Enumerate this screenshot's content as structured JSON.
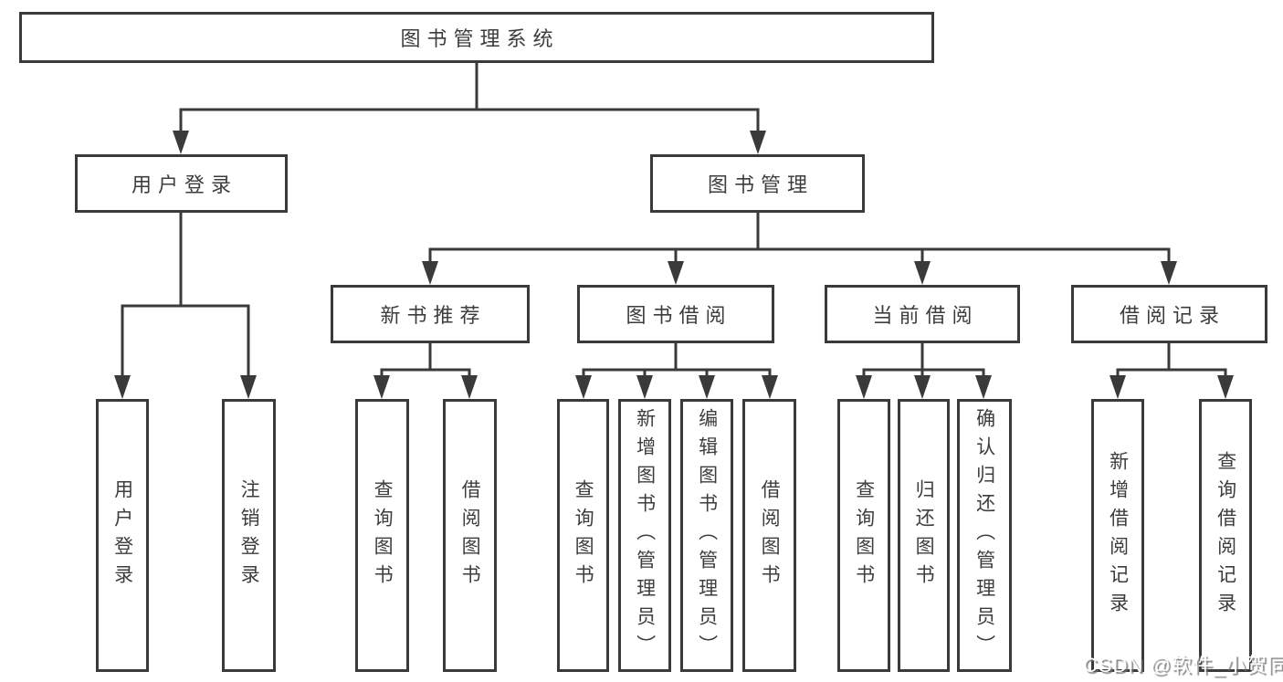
{
  "colors": {
    "line": "#3a3a3a",
    "text": "#3d3d3d",
    "background": "#ffffff",
    "watermark": "#ffffff"
  },
  "watermark": {
    "text": "CSDN @软件_小贺同学"
  },
  "tree": {
    "label": "图书管理系统",
    "children": [
      {
        "label": "用户登录",
        "children": [
          {
            "label": "用户登录"
          },
          {
            "label": "注销登录"
          }
        ]
      },
      {
        "label": "图书管理",
        "children": [
          {
            "label": "新书推荐",
            "children": [
              {
                "label": "查询图书"
              },
              {
                "label": "借阅图书"
              }
            ]
          },
          {
            "label": "图书借阅",
            "children": [
              {
                "label": "查询图书"
              },
              {
                "label": "新增图书（管理员）"
              },
              {
                "label": "编辑图书（管理员）"
              },
              {
                "label": "借阅图书"
              }
            ]
          },
          {
            "label": "当前借阅",
            "children": [
              {
                "label": "查询图书"
              },
              {
                "label": "归还图书"
              },
              {
                "label": "确认归还（管理员）"
              }
            ]
          },
          {
            "label": "借阅记录",
            "children": [
              {
                "label": "新增借阅记录"
              },
              {
                "label": "查询借阅记录"
              }
            ]
          }
        ]
      }
    ]
  }
}
